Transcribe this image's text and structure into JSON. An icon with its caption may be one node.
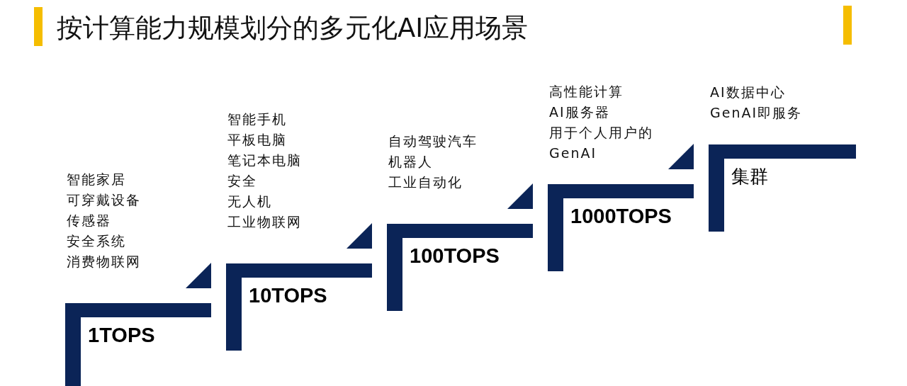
{
  "diagram": {
    "title": "按计算能力规模划分的多元化AI应用场景",
    "nodes": [
      {
        "text": [
          "1TOPS"
        ],
        "beside": [
          "智能家居",
          "可穿戴设备",
          "传感器",
          "安全系统",
          "消费物联网"
        ]
      },
      {
        "text": [
          "10TOPS"
        ],
        "beside": [
          "智能手机",
          "平板电脑",
          "笔记本电脑",
          "安全",
          "无人机",
          "工业物联网"
        ]
      },
      {
        "text": [
          "100TOPS"
        ],
        "beside": [
          "自动驾驶汽车",
          "机器人",
          "工业自动化"
        ]
      },
      {
        "text": [
          "1000TOPS"
        ],
        "beside": [
          "高性能计算",
          "AI服务器",
          "用于个人用户的GenAI"
        ]
      },
      {
        "text": [
          "集群"
        ],
        "beside": [
          "AI数据中心",
          "GenAI即服务"
        ]
      }
    ],
    "edges": []
  }
}
